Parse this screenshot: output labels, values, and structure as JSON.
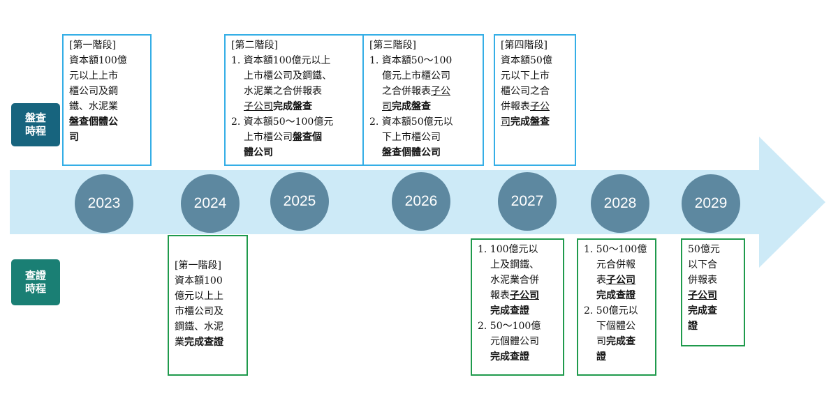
{
  "labels": {
    "audit": [
      "盤查",
      "時程"
    ],
    "verify": [
      "查證",
      "時程"
    ]
  },
  "years": [
    "2023",
    "2024",
    "2025",
    "2026",
    "2027",
    "2028",
    "2029"
  ],
  "audit": {
    "phase1": {
      "title": "[第一階段]",
      "t1": "資本額100億",
      "t2": "元以上上市",
      "t3": "櫃公司及鋼",
      "t4": "鐵、水泥業",
      "b1": "盤查個體公",
      "b2": "司"
    },
    "phase2": {
      "title": "[第二階段]",
      "n1": "1. 資本額100億元以上",
      "i1": "上市櫃公司及鋼鐵、",
      "i2": "水泥業之合併報表",
      "i3a": "子公司",
      "i3b": "完成盤查",
      "n2": "2. 資本額50～100億元",
      "i4a": "上市櫃公司",
      "i4b": "盤查個",
      "i5": "體公司"
    },
    "phase3": {
      "title": "[第三階段]",
      "n1": "1. 資本額50～100",
      "i1": "億元上市櫃公司",
      "i2a": "之合併報表",
      "i2b": "子公",
      "i3a": "司",
      "i3b": "完成盤查",
      "n2": "2. 資本額50億元以",
      "i4": "下上市櫃公司",
      "i5": "盤查個體公司"
    },
    "phase4": {
      "title": "[第四階段]",
      "t1": "資本額50億",
      "t2": "元以下上市",
      "t3": "櫃公司之合",
      "t4a": "併報表",
      "t4b": "子公",
      "t5a": "司",
      "t5b": "完成盤查"
    }
  },
  "verify": {
    "y2024": {
      "title": "[第一階段]",
      "t1": "資本額100",
      "t2": "億元以上上",
      "t3": "市櫃公司及",
      "t4": "鋼鐵、水泥",
      "t5a": "業",
      "t5b": "完成查證"
    },
    "y2027": {
      "n1": "1. 100億元以",
      "i1": "上及鋼鐵、",
      "i2": "水泥業合併",
      "i3a": "報表",
      "i3b": "子公司",
      "i4": "完成查證",
      "n2": "2. 50～100億",
      "i5": "元個體公司",
      "i6": "完成查證"
    },
    "y2028": {
      "n1": "1. 50～100億",
      "i1": "元合併報",
      "i2a": "表",
      "i2b": "子公司",
      "i3": "完成查證",
      "n2": "2. 50億元以",
      "i4": "下個體公",
      "i5a": "司",
      "i5b": "完成查",
      "i6": "證"
    },
    "y2029": {
      "t1": "50億元",
      "t2": "以下合",
      "t3": "併報表",
      "t4": "子公司",
      "t5": "完成查",
      "t6": "證"
    }
  }
}
